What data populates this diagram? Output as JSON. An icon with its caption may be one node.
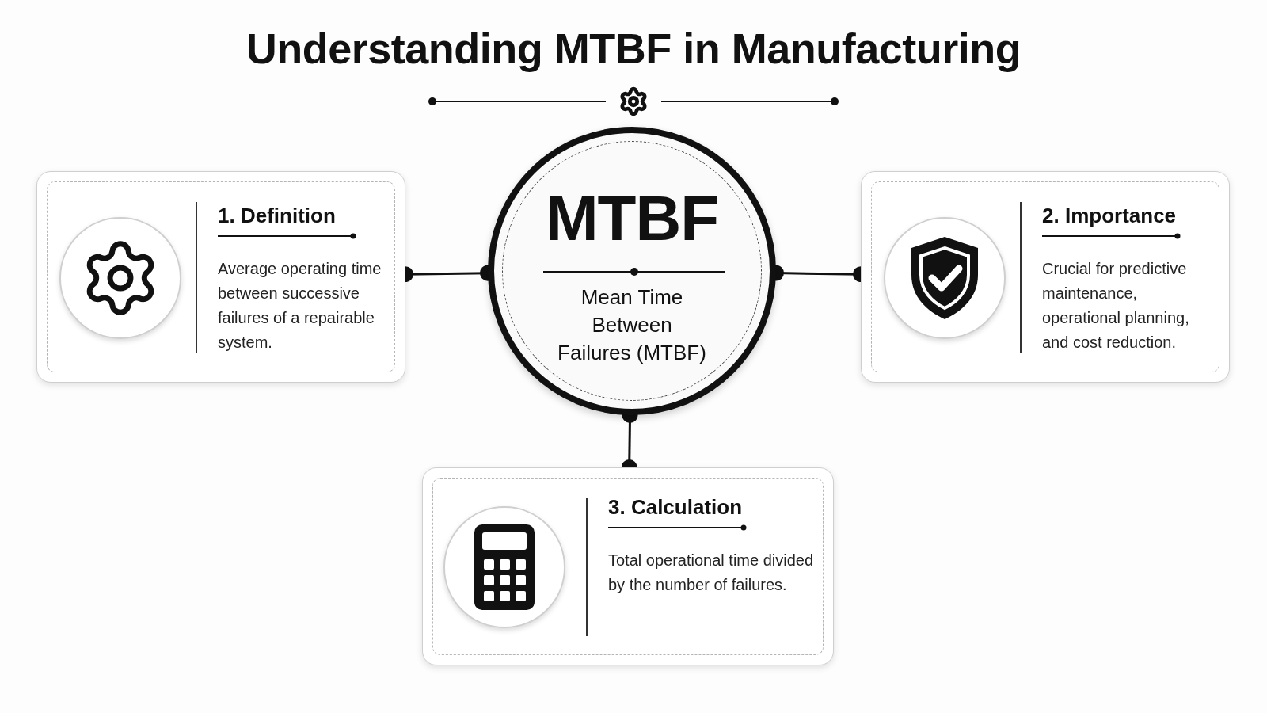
{
  "diagram": {
    "title": "Understanding MTBF in Manufacturing",
    "nodes": [
      {
        "text": [
          "MTBF",
          "Mean Time Between Failures (MTBF)"
        ]
      },
      {
        "text": [
          "1. Definition",
          "Average operating time between successive failures of a repairable system."
        ]
      },
      {
        "text": [
          "2. Importance",
          "Crucial for predictive maintenance, operational planning, and cost reduction."
        ]
      },
      {
        "text": [
          "3. Calculation",
          "Total operational time divided by the number of failures."
        ]
      }
    ],
    "edges": [
      {
        "from": 0,
        "to": 1,
        "arrow": "other"
      },
      {
        "from": 0,
        "to": 2,
        "arrow": "other"
      },
      {
        "from": 0,
        "to": 3,
        "arrow": "other"
      }
    ]
  }
}
